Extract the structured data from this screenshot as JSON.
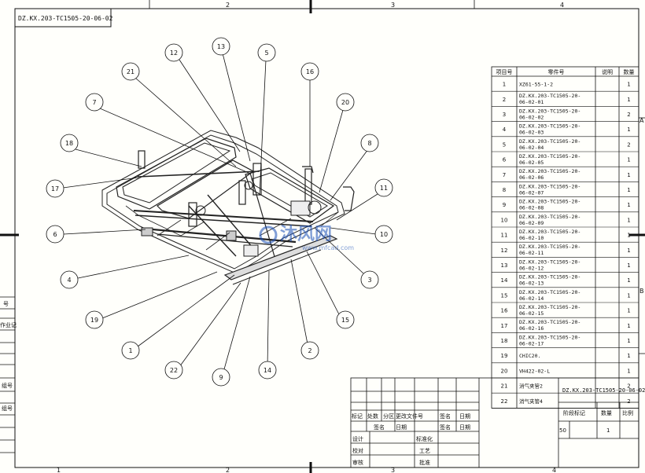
{
  "drawing_id": "DZ.KX.203-TC1505-20-06-02",
  "zone_numbers": {
    "top": [
      "2",
      "3",
      "4"
    ],
    "bottom": [
      "1",
      "2",
      "3",
      "4"
    ],
    "right": [
      "A",
      "B"
    ]
  },
  "balloons": [
    "12",
    "13",
    "5",
    "16",
    "21",
    "7",
    "20",
    "8",
    "18",
    "11",
    "17",
    "6",
    "10",
    "3",
    "4",
    "19",
    "15",
    "1",
    "2",
    "22",
    "9",
    "14"
  ],
  "bom": {
    "headers": [
      "项目号",
      "零件号",
      "说明",
      "数量"
    ],
    "rows": [
      {
        "no": "1",
        "part": [
          "XZ61-55-1-2"
        ],
        "qty": "1"
      },
      {
        "no": "2",
        "part": [
          "DZ.KX.203-TC1505-20-",
          "06-02-01"
        ],
        "qty": "1"
      },
      {
        "no": "3",
        "part": [
          "DZ.KX.203-TC1505-20-",
          "06-02-02"
        ],
        "qty": "2"
      },
      {
        "no": "4",
        "part": [
          "DZ.KX.203-TC1505-20-",
          "06-02-03"
        ],
        "qty": "1"
      },
      {
        "no": "5",
        "part": [
          "DZ.KX.203-TC1505-20-",
          "06-02-04"
        ],
        "qty": "2"
      },
      {
        "no": "6",
        "part": [
          "DZ.KX.203-TC1505-20-",
          "06-02-05"
        ],
        "qty": "1"
      },
      {
        "no": "7",
        "part": [
          "DZ.KX.203-TC1505-20-",
          "06-02-06"
        ],
        "qty": "1"
      },
      {
        "no": "8",
        "part": [
          "DZ.KX.203-TC1505-20-",
          "06-02-07"
        ],
        "qty": "1"
      },
      {
        "no": "9",
        "part": [
          "DZ.KX.203-TC1505-20-",
          "06-02-08"
        ],
        "qty": "1"
      },
      {
        "no": "10",
        "part": [
          "DZ.KX.203-TC1505-20-",
          "06-02-09"
        ],
        "qty": "1"
      },
      {
        "no": "11",
        "part": [
          "DZ.KX.203-TC1505-20-",
          "06-02-10"
        ],
        "qty": "1"
      },
      {
        "no": "12",
        "part": [
          "DZ.KX.203-TC1505-20-",
          "06-02-11"
        ],
        "qty": "1"
      },
      {
        "no": "13",
        "part": [
          "DZ.KX.203-TC1505-20-",
          "06-02-12"
        ],
        "qty": "1"
      },
      {
        "no": "14",
        "part": [
          "DZ.KX.203-TC1505-20-",
          "06-02-13"
        ],
        "qty": "1"
      },
      {
        "no": "15",
        "part": [
          "DZ.KX.203-TC1505-20-",
          "06-02-14"
        ],
        "qty": "1"
      },
      {
        "no": "16",
        "part": [
          "DZ.KX.203-TC1505-20-",
          "06-02-15"
        ],
        "qty": "1"
      },
      {
        "no": "17",
        "part": [
          "DZ.KX.203-TC1505-20-",
          "06-02-16"
        ],
        "qty": "1"
      },
      {
        "no": "18",
        "part": [
          "DZ.KX.203-TC1505-20-",
          "06-02-17"
        ],
        "qty": "1"
      },
      {
        "no": "19",
        "part": [
          "CHIC20."
        ],
        "qty": "1"
      },
      {
        "no": "20",
        "part": [
          "VH422-02-L"
        ],
        "qty": "1"
      },
      {
        "no": "21",
        "part": [
          "消气夹管2"
        ],
        "qty": "2"
      },
      {
        "no": "22",
        "part": [
          "消气夹管4"
        ],
        "qty": "2"
      }
    ]
  },
  "left_strip": [
    "号",
    "作业记",
    "组号",
    "组号"
  ],
  "title_block": {
    "row1": [
      "标记",
      "处数",
      "分区",
      "更改文件号",
      "签名",
      "日期"
    ],
    "row2": [
      "签名",
      "日期",
      "签名",
      "日期"
    ],
    "design": "设计",
    "standardize": "标准化",
    "check": "校对",
    "process": "工艺",
    "review": "审核",
    "approve": "批准",
    "drawing_no": "DZ.KX.203-TC1505-20-06-02",
    "stage_header": "阶段标记",
    "qty_header": "数量",
    "scale_header": "比例",
    "stage_value": "50",
    "qty_value": "1"
  },
  "watermark": {
    "text": "沐风网",
    "url": "www.mfcad.com"
  },
  "colors": {
    "line": "#111111",
    "paper": "#fffffb",
    "watermark": "#1a4fb8"
  }
}
